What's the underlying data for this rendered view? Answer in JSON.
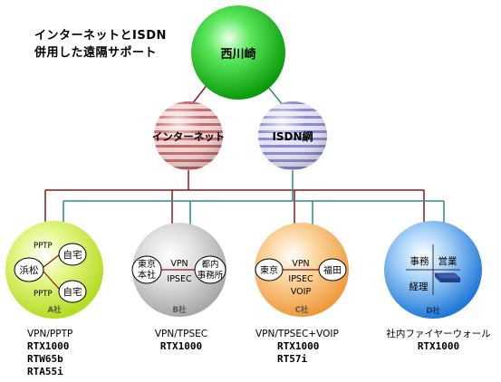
{
  "title": {
    "line1": "インターネットとISDN",
    "line2": "併用した遠隔サポート"
  },
  "center": {
    "label": "西川崎"
  },
  "networks": {
    "internet": "インターネット",
    "isdn": "ISDN網"
  },
  "sites": [
    {
      "label": "A社",
      "nodes": {
        "main": "浜松",
        "home1": "自宅",
        "home2": "自宅"
      },
      "links": {
        "top": "PPTP",
        "bottom": "PPTP"
      },
      "protocol": "VPN/PPTP",
      "models": [
        "RTX1000",
        "RTW65b",
        "RTA55i"
      ]
    },
    {
      "label": "B社",
      "nodes": {
        "left": "東京本社",
        "right": "都内事務所"
      },
      "links": {
        "top": "VPN",
        "bottom": "IPSEC"
      },
      "protocol": "VPN/TPSEC",
      "models": [
        "RTX1000"
      ]
    },
    {
      "label": "C社",
      "nodes": {
        "left": "東京",
        "right": "福田"
      },
      "links": {
        "top": "VPN",
        "mid": "IPSEC",
        "bottom": "VOIP"
      },
      "protocol": "VPN/TPSEC+VOIP",
      "models": [
        "RTX1000",
        "RT57i"
      ]
    },
    {
      "label": "D社",
      "nodes": {
        "tl": "事務",
        "tr": "営業",
        "bl": "経理"
      },
      "protocol": "社内ファイヤーウォール",
      "models": [
        "RTX1000"
      ]
    }
  ],
  "colors": {
    "center": "#2bd12b",
    "internet_line": "#8b1a1a",
    "isdn_line": "#2e8b8b",
    "site_a": "#d8f060",
    "site_b": "#c8c8c8",
    "site_c": "#f5b060",
    "site_d": "#3a8ee0"
  }
}
